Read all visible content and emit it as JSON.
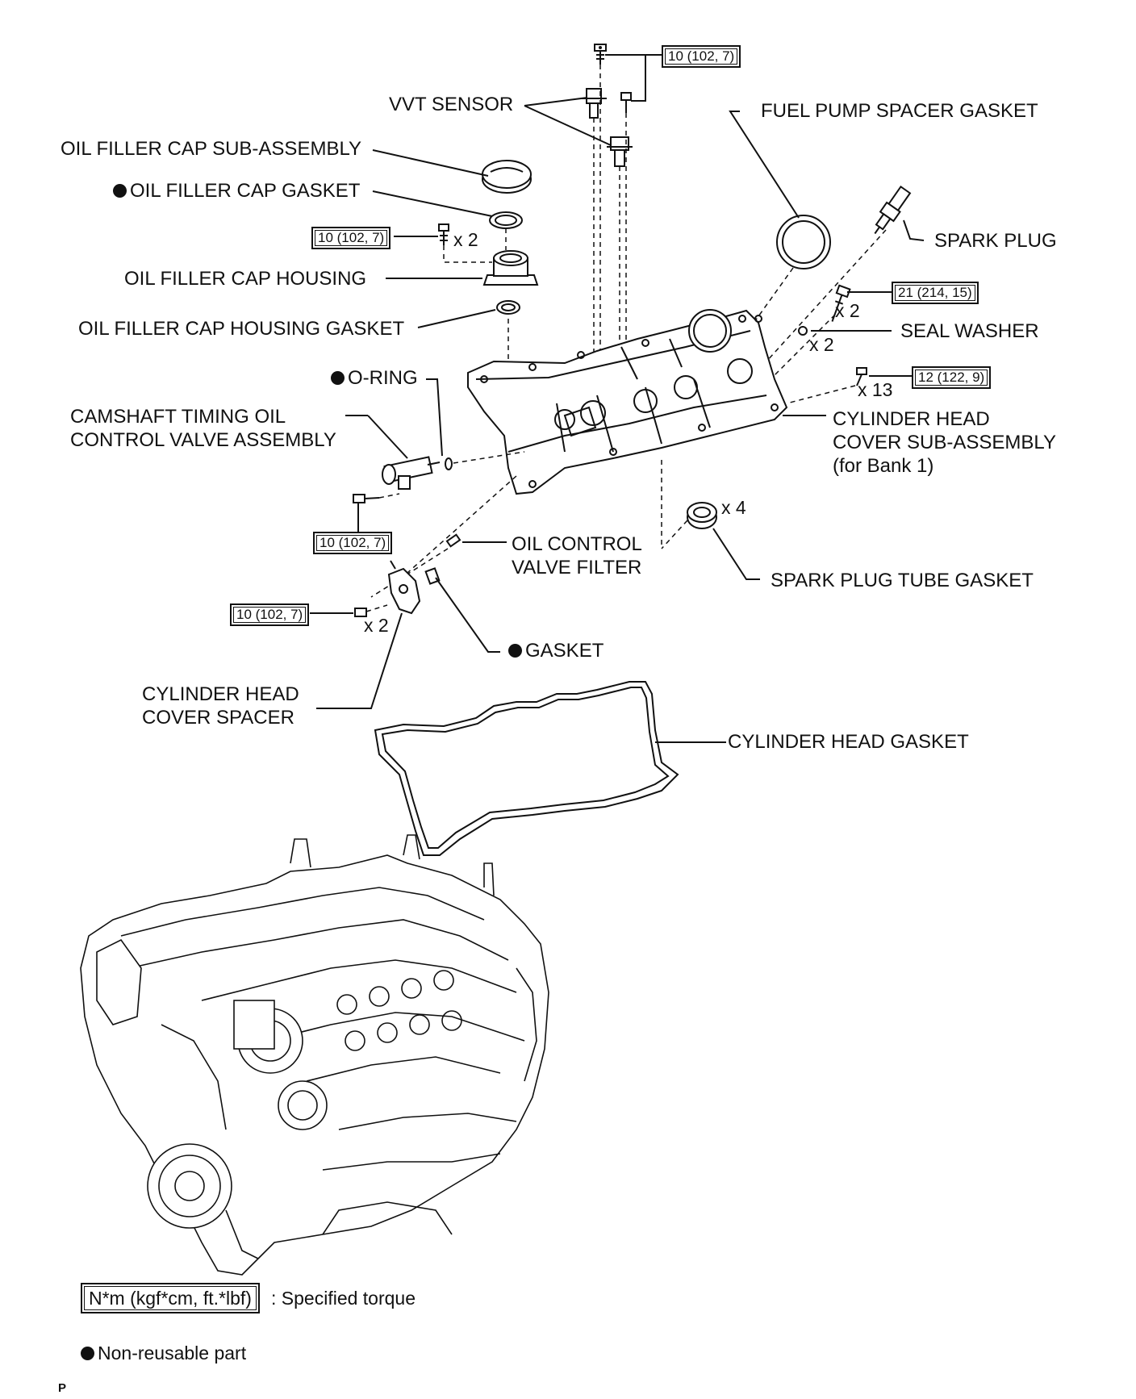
{
  "labels": {
    "vvt_sensor": "VVT SENSOR",
    "oil_filler_cap_sub_assembly": "OIL FILLER CAP SUB-ASSEMBLY",
    "oil_filler_cap_gasket": "OIL FILLER CAP GASKET",
    "oil_filler_cap_housing": "OIL FILLER CAP HOUSING",
    "oil_filler_cap_housing_gasket": "OIL FILLER CAP HOUSING GASKET",
    "o_ring": "O-RING",
    "camshaft_timing_line1": "CAMSHAFT TIMING OIL",
    "camshaft_timing_line2": "CONTROL VALVE ASSEMBLY",
    "oil_control_valve_filter_line1": "OIL CONTROL",
    "oil_control_valve_filter_line2": "VALVE FILTER",
    "gasket": "GASKET",
    "cylinder_head_cover_spacer_line1": "CYLINDER HEAD",
    "cylinder_head_cover_spacer_line2": "COVER SPACER",
    "cylinder_head_gasket": "CYLINDER HEAD GASKET",
    "fuel_pump_spacer_gasket": "FUEL PUMP SPACER GASKET",
    "spark_plug": "SPARK PLUG",
    "seal_washer": "SEAL WASHER",
    "cylinder_head_cover_line1": "CYLINDER HEAD",
    "cylinder_head_cover_line2": "COVER SUB-ASSEMBLY",
    "cylinder_head_cover_line3": "(for Bank 1)",
    "spark_plug_tube_gasket": "SPARK PLUG TUBE GASKET"
  },
  "torques": {
    "vvt_bolts": "10 (102, 7)",
    "filler_housing_bolts": "10 (102, 7)",
    "cover_stud_bolts": "21 (214, 15)",
    "cover_bolts": "12 (122, 9)",
    "ocv_bolt": "10 (102, 7)",
    "spacer_bolts": "10 (102, 7)"
  },
  "quantities": {
    "filler_housing_bolts": "x 2",
    "cover_stud_bolts": "x 2",
    "seal_washer": "x 2",
    "cover_bolts": "x 13",
    "spark_plug_tube_gasket": "x 4",
    "spacer_bolts": "x 2"
  },
  "legend": {
    "torque_box": "N*m (kgf*cm, ft.*lbf)",
    "torque_text": ": Specified torque",
    "non_reusable": "Non-reusable part"
  },
  "page_mark": "P",
  "colors": {
    "ink": "#111111",
    "paper": "#ffffff"
  }
}
